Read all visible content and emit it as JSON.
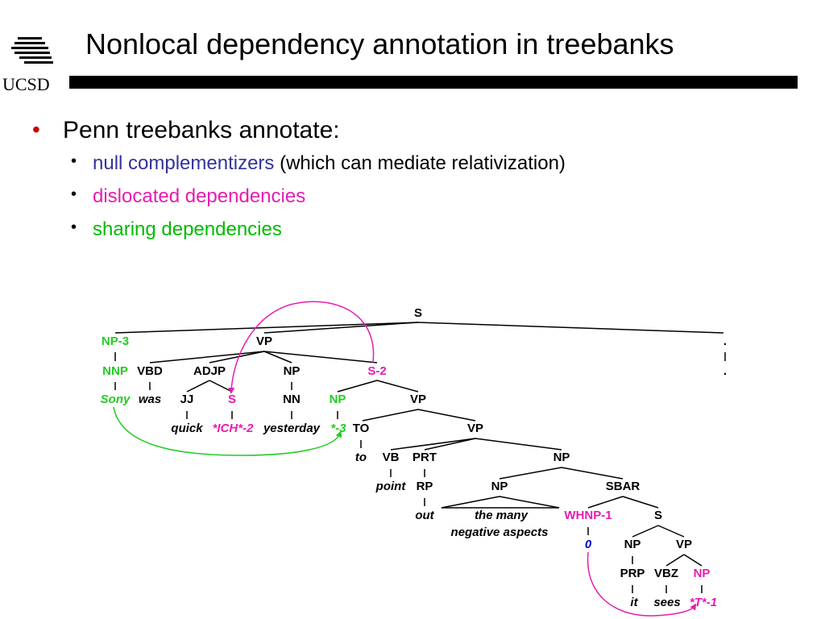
{
  "header": {
    "title": "Nonlocal dependency annotation in treebanks",
    "logo_text": "UCSD"
  },
  "bullets": {
    "main": "Penn treebanks annotate:",
    "sub": [
      {
        "colored": "null complementizers",
        "rest": " (which can mediate relativization)",
        "color": "#333399"
      },
      {
        "colored": "dislocated dependencies",
        "rest": "",
        "color": "#e61cb3"
      },
      {
        "colored": "sharing dependencies",
        "rest": "",
        "color": "#00bb00"
      }
    ]
  },
  "tree": {
    "colors": {
      "sharing": "#22cc22",
      "dislocated": "#e61cb3",
      "null": "#0000cc",
      "default": "#000000"
    },
    "labels": {
      "S_root": "S",
      "NP3": "NP-3",
      "VP1": "VP",
      "period_top": ".",
      "period_bottom": ".",
      "NNP": "NNP",
      "VBD": "VBD",
      "ADJP": "ADJP",
      "NP_yest": "NP",
      "S2": "S-2",
      "Sony": "Sony",
      "was": "was",
      "JJ": "JJ",
      "S_ich": "S",
      "NN": "NN",
      "NP_e": "NP",
      "VP2": "VP",
      "quick": "quick",
      "ICH": "*ICH*-2",
      "yesterday": "yesterday",
      "trace3": "*-3",
      "TO": "TO",
      "VP3": "VP",
      "to": "to",
      "VB": "VB",
      "PRT": "PRT",
      "NP_big": "NP",
      "point": "point",
      "RP": "RP",
      "NP_many": "NP",
      "SBAR": "SBAR",
      "out": "out",
      "many1": "the many",
      "many2": "negative aspects",
      "WHNP": "WHNP-1",
      "S_rel": "S",
      "zero": "0",
      "NP_it": "NP",
      "VP4": "VP",
      "PRP": "PRP",
      "VBZ": "VBZ",
      "NP_t": "NP",
      "it": "it",
      "sees": "sees",
      "T1": "*T*-1"
    }
  }
}
